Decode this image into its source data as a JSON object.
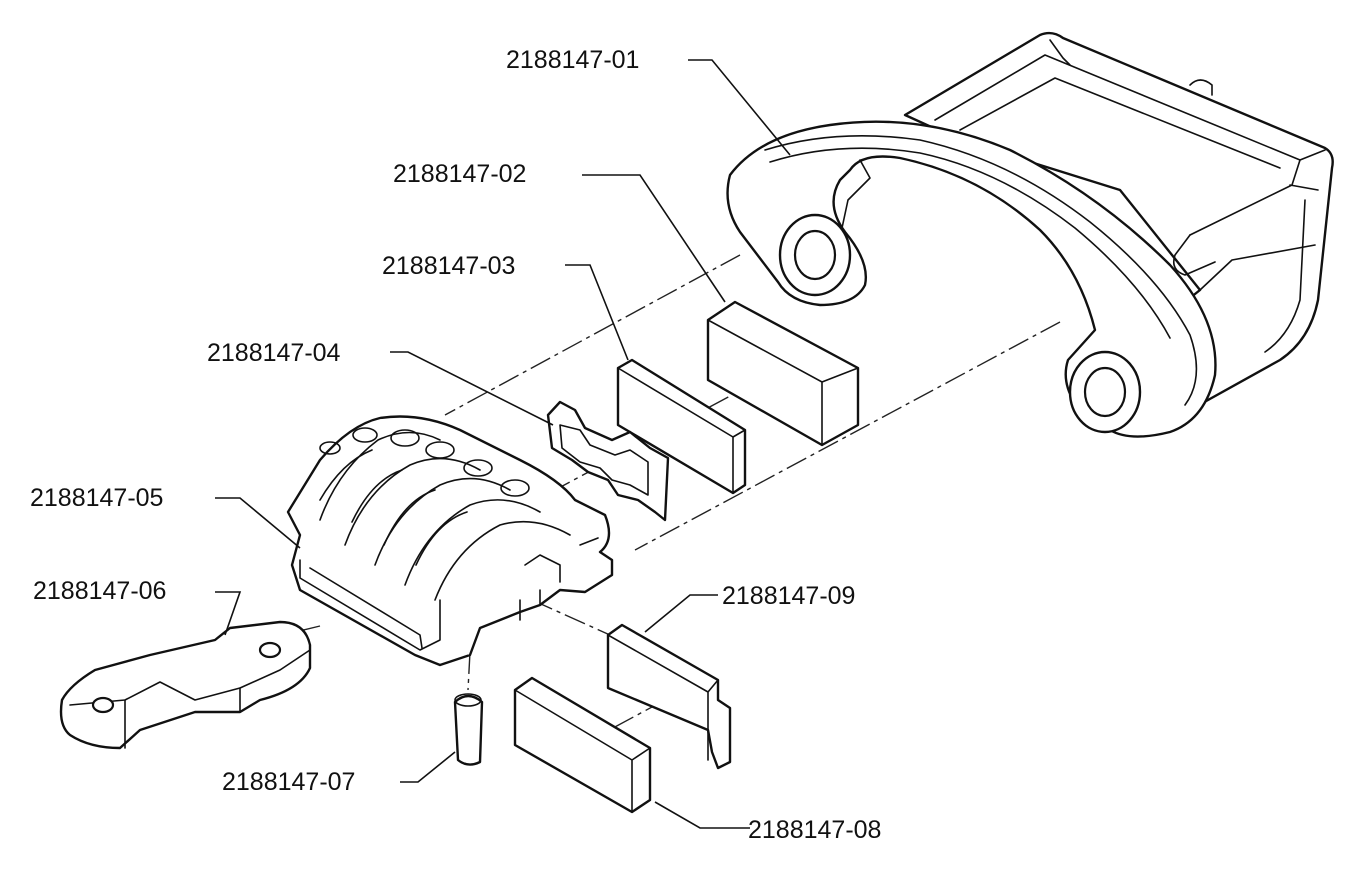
{
  "parts": [
    {
      "id": "01",
      "label": "2188147-01"
    },
    {
      "id": "02",
      "label": "2188147-02"
    },
    {
      "id": "03",
      "label": "2188147-03"
    },
    {
      "id": "04",
      "label": "2188147-04"
    },
    {
      "id": "05",
      "label": "2188147-05"
    },
    {
      "id": "06",
      "label": "2188147-06"
    },
    {
      "id": "07",
      "label": "2188147-07"
    },
    {
      "id": "08",
      "label": "2188147-08"
    },
    {
      "id": "09",
      "label": "2188147-09"
    }
  ]
}
